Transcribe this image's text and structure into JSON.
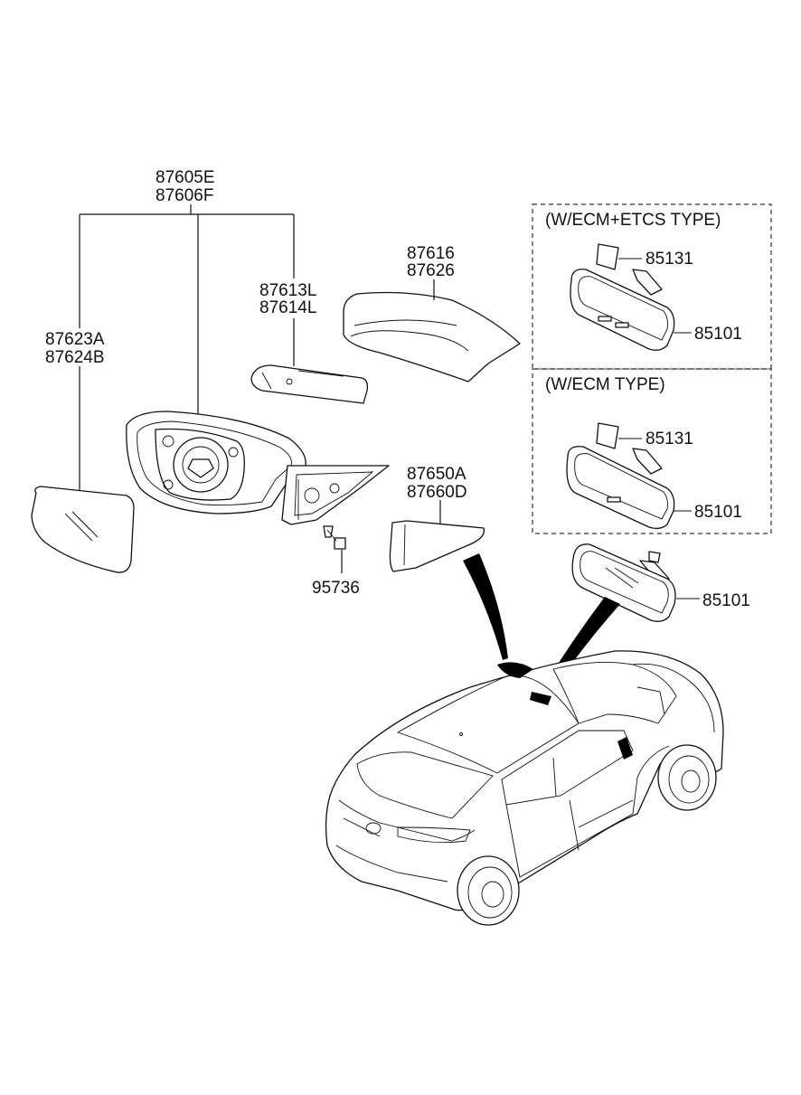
{
  "labels": {
    "mirror_assy_l": "87605E",
    "mirror_assy_r": "87606F",
    "mirror_glass_l": "87623A",
    "mirror_glass_r": "87624B",
    "side_lamp_l": "87613L",
    "side_lamp_r": "87614L",
    "scalp_cover_l": "87616",
    "scalp_cover_r": "87626",
    "cover_l": "87650A",
    "cover_r": "87660D",
    "screw": "95736",
    "box1_title": "(W/ECM+ETCS TYPE)",
    "box1_cover": "85131",
    "box1_mirror": "85101",
    "box2_title": "(W/ECM TYPE)",
    "box2_cover": "85131",
    "box2_mirror": "85101",
    "inside_mirror": "85101"
  },
  "colors": {
    "ink": "#111111",
    "background": "#ffffff",
    "pointer_fill": "#000000"
  }
}
